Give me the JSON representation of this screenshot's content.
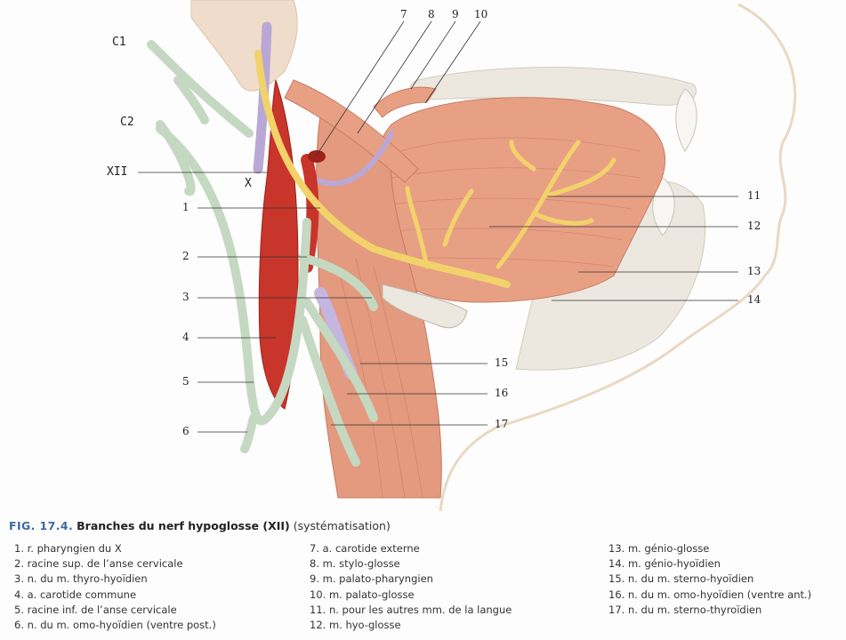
{
  "labels_left": {
    "c1": "C1",
    "c2": "C2",
    "xii": "XII",
    "x": "X"
  },
  "callouts_left": [
    "1",
    "2",
    "3",
    "4",
    "5",
    "6"
  ],
  "callouts_top": [
    "7",
    "8",
    "9",
    "10"
  ],
  "callouts_right": [
    "11",
    "12",
    "13",
    "14",
    "15",
    "16",
    "17"
  ],
  "caption": {
    "fig": "FIG. 17.4.",
    "title": "Branches du nerf hypoglosse (XII)",
    "subtitle": "(systématisation)"
  },
  "legend": {
    "col1": [
      "1. r. pharyngien du X",
      "2. racine sup. de l’anse cervicale",
      "3. n. du m. thyro-hyoïdien",
      "4. a. carotide commune",
      "5. racine inf. de l’anse cervicale",
      "6. n. du m. omo-hyoïdien (ventre post.)"
    ],
    "col2": [
      "7. a. carotide externe",
      "8. m. stylo-glosse",
      "9. m. palato-pharyngien",
      "10. m. palato-glosse",
      "11. n. pour les autres mm. de la langue",
      "12. m. hyo-glosse"
    ],
    "col3": [
      "13. m. génio-glosse",
      "14. m. génio-hyoïdien",
      "15. n. du m. sterno-hyoïdien",
      "16. n. du m. omo-hyoïdien (ventre ant.)",
      "17. n. du m. sterno-thyroïdien"
    ]
  },
  "colors": {
    "nerve_hypoglossal": "#f2d36b",
    "nerve_cervical": "#c5d8c2",
    "artery": "#c8352a",
    "vagus": "#b9a8d6",
    "muscle": "#e8a085",
    "bone": "#ece8e0",
    "caption_blue": "#3a6aa0"
  }
}
